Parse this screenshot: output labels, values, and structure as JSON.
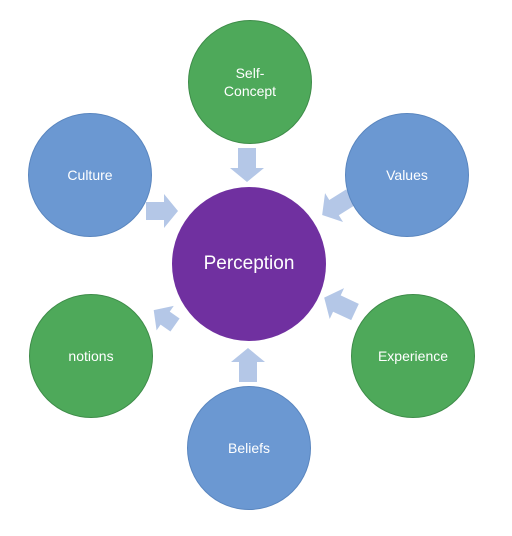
{
  "diagram": {
    "center": {
      "label": "Perception",
      "color": "#7030a0"
    },
    "nodes": [
      {
        "id": "self-concept",
        "label_line1": "Self-",
        "label_line2": "Concept",
        "color": "#4ea95a"
      },
      {
        "id": "values",
        "label": "Values",
        "color": "#6b98d2"
      },
      {
        "id": "experience",
        "label": "Experience",
        "color": "#4ea95a"
      },
      {
        "id": "beliefs",
        "label": "Beliefs",
        "color": "#6b98d2"
      },
      {
        "id": "notions",
        "label": "notions",
        "color": "#4ea95a"
      },
      {
        "id": "culture",
        "label": "Culture",
        "color": "#6b98d2"
      }
    ],
    "arrow_color": "#b4c7e7"
  }
}
